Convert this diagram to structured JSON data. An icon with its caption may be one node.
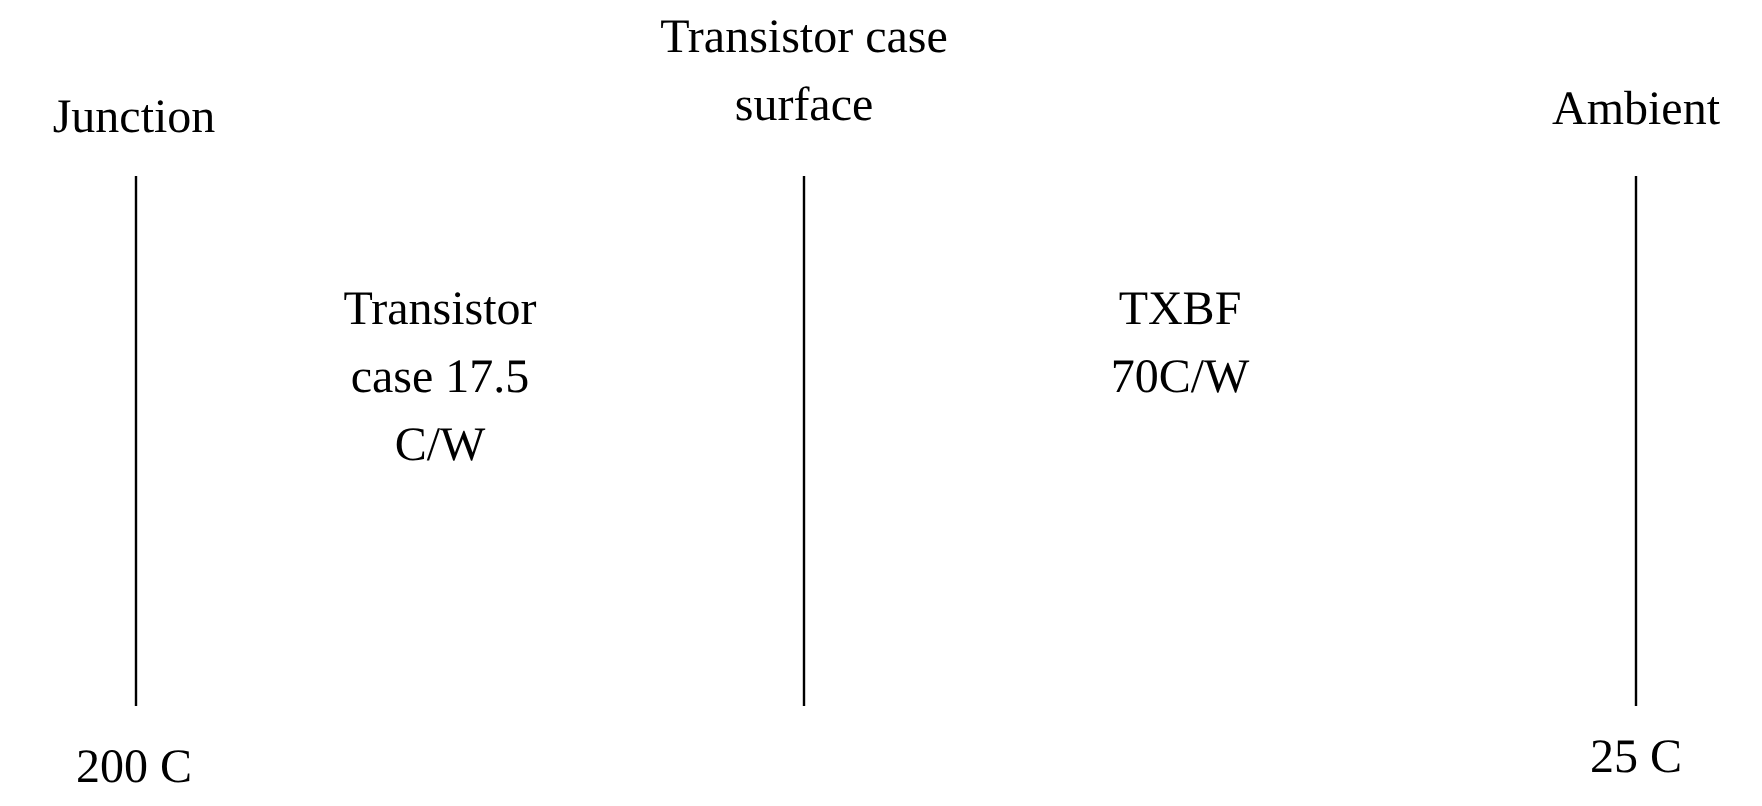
{
  "diagram": {
    "labels": [
      "Transistor case surface",
      "Junction",
      "Ambient",
      "Transistor case 17.5 C/W",
      "TXBF 70C/W",
      "25 C",
      "200 C"
    ]
  }
}
